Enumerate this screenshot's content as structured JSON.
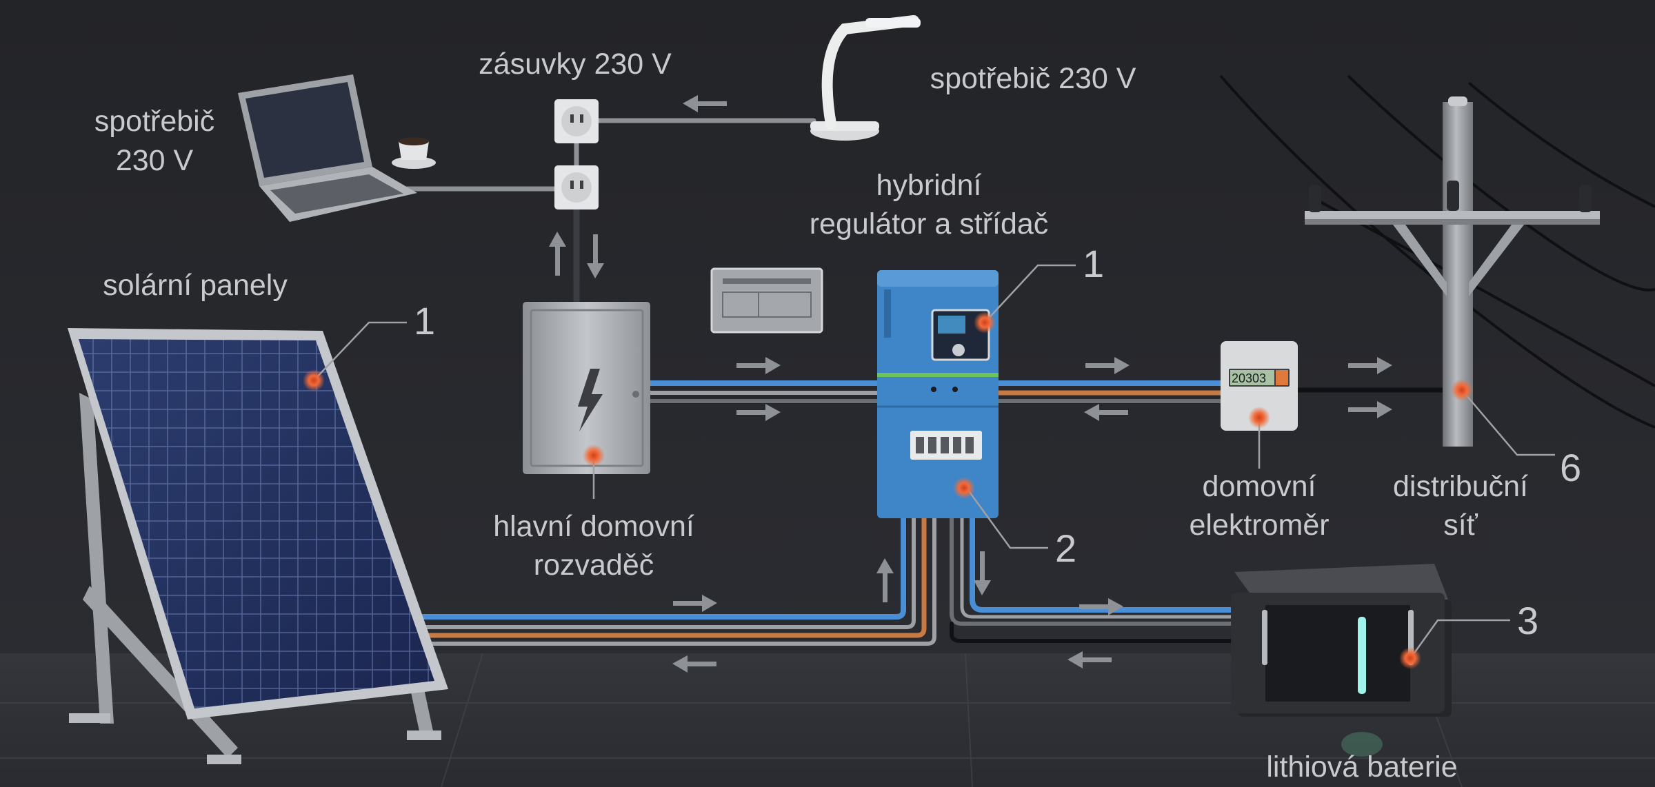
{
  "labels": {
    "appliance_left_line1": "spotřebič",
    "appliance_left_line2": "230 V",
    "sockets": "zásuvky 230 V",
    "appliance_right": "spotřebič 230 V",
    "hybrid_line1": "hybridní",
    "hybrid_line2": "regulátor a střídač",
    "solar_panels": "solární panely",
    "main_board_line1": "hlavní domovní",
    "main_board_line2": "rozvaděč",
    "meter_line1": "domovní",
    "meter_line2": "elektroměr",
    "grid_line1": "distribuční",
    "grid_line2": "síť",
    "battery": "lithiová baterie"
  },
  "callouts": {
    "solar": "1",
    "inverter_top": "1",
    "inverter_bottom": "2",
    "battery": "3",
    "grid": "6"
  },
  "meter_display": "20303",
  "colors": {
    "background": "#1b1c1f",
    "wall": "#26272b",
    "floor": "#3a3c41",
    "inverter_blue": "#3f86c8",
    "wire_blue": "#4a8fd6",
    "wire_orange": "#c87a45",
    "wire_gray": "#9da1a6",
    "hotspot": "#f26b3a",
    "label_text": "#c9cacd",
    "battery_light": "#9ff3ea"
  },
  "icons": {
    "main_board_symbol": "lightning-bolt-icon",
    "socket": "power-socket-icon",
    "laptop": "laptop-icon",
    "lamp": "desk-lamp-icon",
    "cup": "coffee-cup-icon",
    "arrow": "flow-arrow-icon",
    "hotspot": "hotspot-marker-icon"
  }
}
